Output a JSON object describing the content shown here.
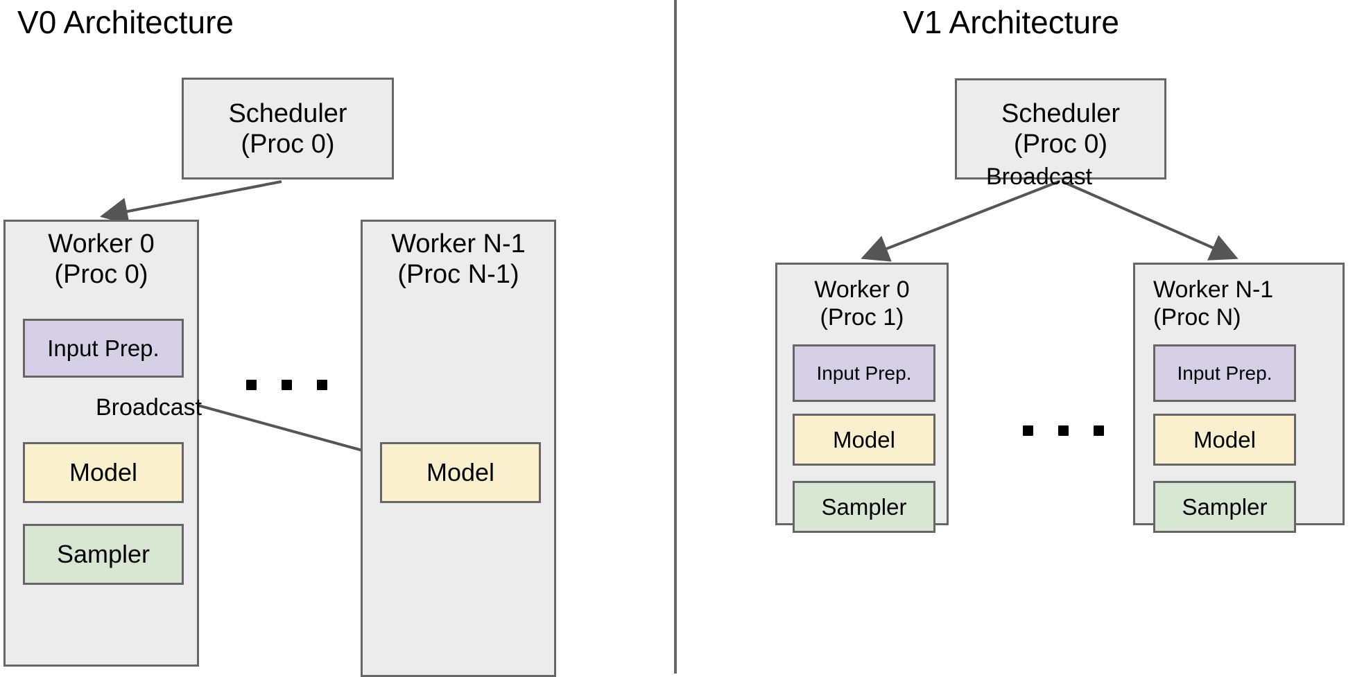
{
  "figure": {
    "type": "architecture-diagram",
    "panel_count": 2
  },
  "panels": [
    {
      "id": "v0",
      "title": "V0 Architecture",
      "scheduler": {
        "line1": "Scheduler",
        "line2": "(Proc 0)"
      },
      "workers": [
        {
          "id": "worker0",
          "line1": "Worker 0",
          "line2": "(Proc 0)",
          "components": [
            {
              "name": "input-prep",
              "label": "Input Prep.",
              "color": "#d5d0e5"
            },
            {
              "name": "model",
              "label": "Model",
              "color": "#fbf0cd"
            },
            {
              "name": "sampler",
              "label": "Sampler",
              "color": "#d8e7d2"
            }
          ]
        },
        {
          "id": "workerN",
          "line1": "Worker N-1",
          "line2": "(Proc N-1)",
          "components": [
            {
              "name": "model",
              "label": "Model",
              "color": "#fbf0cd"
            }
          ]
        }
      ],
      "edges": [
        {
          "from": "scheduler",
          "to": "worker0",
          "label": ""
        },
        {
          "from": "worker0.input-prep",
          "to": "worker0.model",
          "label": "Broadcast"
        },
        {
          "from": "worker0.input-prep",
          "to": "workerN.model",
          "label": ""
        }
      ],
      "broadcast_label": "Broadcast",
      "ellipsis": "..."
    },
    {
      "id": "v1",
      "title": "V1 Architecture",
      "scheduler": {
        "line1": "Scheduler",
        "line2": "(Proc 0)"
      },
      "workers": [
        {
          "id": "worker0",
          "line1": "Worker 0",
          "line2": "(Proc 1)",
          "components": [
            {
              "name": "input-prep",
              "label": "Input Prep.",
              "color": "#d5d0e5"
            },
            {
              "name": "model",
              "label": "Model",
              "color": "#fbf0cd"
            },
            {
              "name": "sampler",
              "label": "Sampler",
              "color": "#d8e7d2"
            }
          ]
        },
        {
          "id": "workerN",
          "line1": "Worker N-1",
          "line2": "(Proc N)",
          "components": [
            {
              "name": "input-prep",
              "label": "Input Prep.",
              "color": "#d5d0e5"
            },
            {
              "name": "model",
              "label": "Model",
              "color": "#fbf0cd"
            },
            {
              "name": "sampler",
              "label": "Sampler",
              "color": "#d8e7d2"
            }
          ]
        }
      ],
      "edges": [
        {
          "from": "scheduler",
          "to": "worker0",
          "label": "Broadcast"
        },
        {
          "from": "scheduler",
          "to": "workerN",
          "label": "Broadcast"
        }
      ],
      "broadcast_label": "Broadcast",
      "ellipsis": "..."
    }
  ],
  "colors": {
    "box_fill": "#ececec",
    "box_stroke": "#666666",
    "input_prep_fill": "#d5d0e5",
    "model_fill": "#fbf0cd",
    "sampler_fill": "#d8e7d2",
    "arrow_stroke": "#555555",
    "divider": "#666666",
    "background": "#ffffff",
    "text": "#000000"
  }
}
